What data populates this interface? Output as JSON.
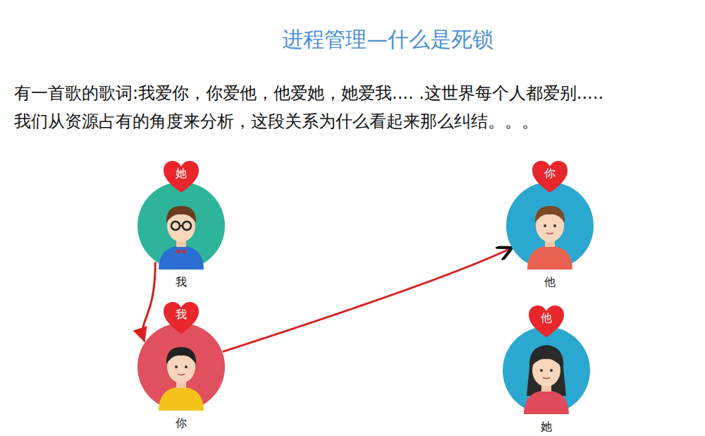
{
  "diagram": {
    "title": "进程管理—什么是死锁",
    "nodes": [
      {
        "text": [
          "她",
          "我"
        ]
      },
      {
        "text": [
          "你",
          "他"
        ]
      },
      {
        "text": [
          "我",
          "你"
        ]
      },
      {
        "text": [
          "他",
          "她"
        ]
      }
    ],
    "edges": [
      {
        "from": 0,
        "to": 2,
        "arrow": "to"
      },
      {
        "from": 2,
        "to": 1,
        "arrow": "to"
      }
    ],
    "labels": [
      "有一首歌的歌词:我爱你，你爱他，他爱她，她爱我.... .这世界每个人都爱别.....",
      "我们从资源占有的角度来分析，这段关系为什么看起来那么纠结。。。"
    ]
  }
}
